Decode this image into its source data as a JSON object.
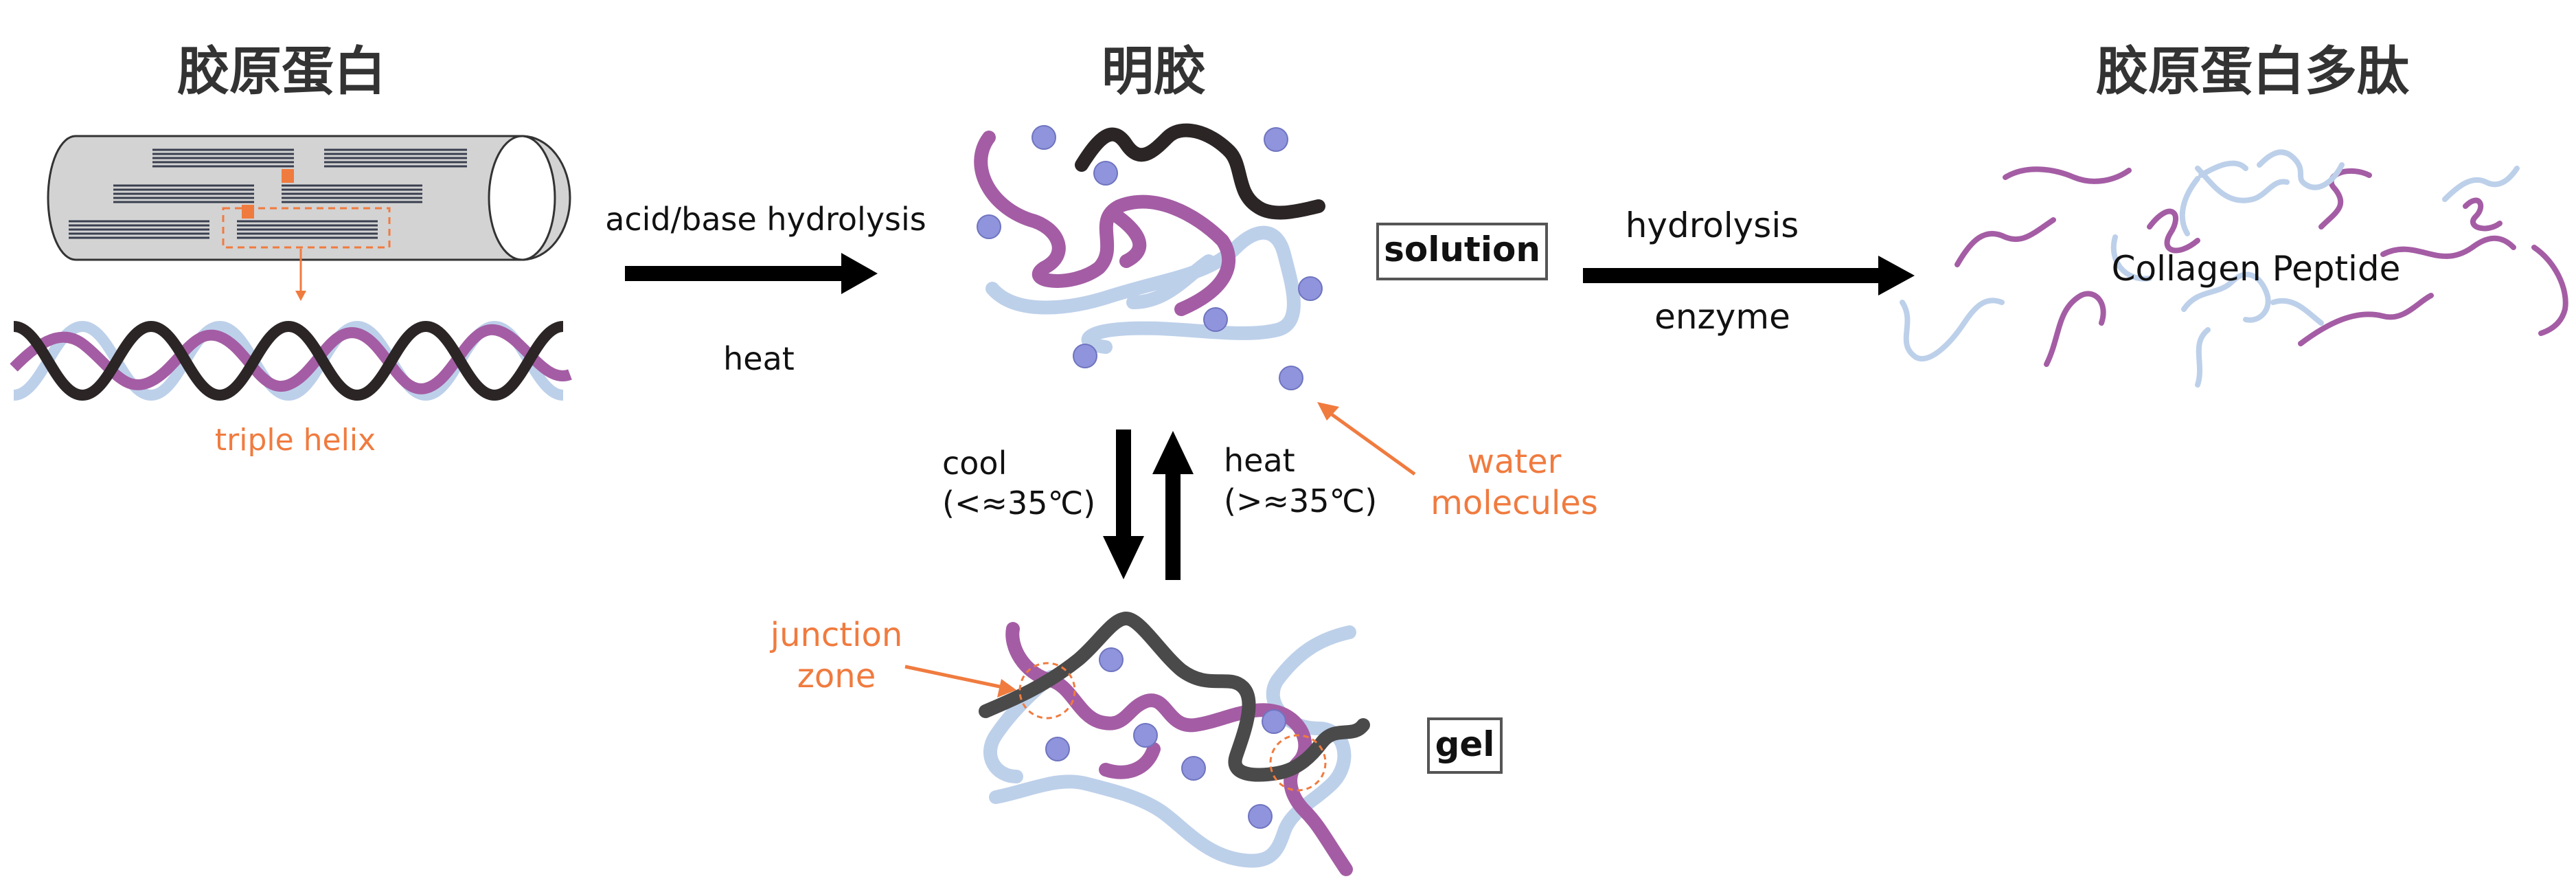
{
  "titles": {
    "collagen": "胶原蛋白",
    "gelatin": "明胶",
    "peptide": "胶原蛋白多肽"
  },
  "labels": {
    "triple_helix": "triple helix",
    "acid_base": "acid/base hydrolysis",
    "heat_top": "heat",
    "solution": "solution",
    "hydrolysis": "hydrolysis",
    "enzyme": "enzyme",
    "collagen_peptide": "Collagen Peptide",
    "cool": "cool",
    "cool_temp": "(<≈35℃)",
    "heat_right": "heat",
    "heat_temp": "(>≈35℃)",
    "water_line1": "water",
    "water_line2": "molecules",
    "junction_line1": "junction",
    "junction_line2": "zone",
    "gel": "gel"
  },
  "colors": {
    "purple": "#a45da4",
    "light_blue": "#bdd0ea",
    "dark": "#2b2526",
    "dark_gray": "#4a4a4a",
    "water_dot": "#8f94dc",
    "orange": "#f07b3f"
  }
}
